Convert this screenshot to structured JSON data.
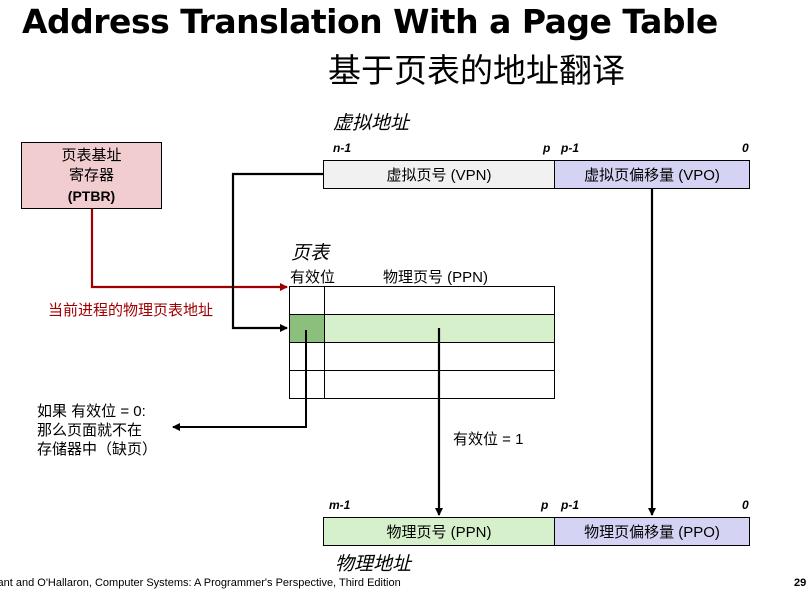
{
  "title_en": "Address Translation With a Page Table",
  "title_zh": "基于页表的地址翻译",
  "virtual_address": {
    "label": "虚拟地址",
    "bit_high": "n-1",
    "bit_p": "p",
    "bit_p1": "p-1",
    "bit_zero": "0",
    "vpn": "虚拟页号 (VPN)",
    "vpo": "虚拟页偏移量 (VPO)"
  },
  "ptbr": {
    "line1": "页表基址",
    "line2": "寄存器",
    "line3": "(PTBR)"
  },
  "page_table": {
    "label": "页表",
    "valid_header": "有效位",
    "ppn_header": "物理页号 (PPN)"
  },
  "current_process_label": "当前进程的物理页表地址",
  "page_fault": {
    "line1": "如果 有效位 = 0:",
    "line2": "那么页面就不在",
    "line3": "存储器中（缺页）"
  },
  "valid_one_label": "有效位 = 1",
  "physical_address": {
    "label": "物理地址",
    "bit_high": "m-1",
    "bit_p": "p",
    "bit_p1": "p-1",
    "bit_zero": "0",
    "ppn": "物理页号 (PPN)",
    "ppo": "物理页偏移量 (PPO)"
  },
  "footer": "yant and O'Hallaron, Computer Systems: A Programmer's Perspective, Third Edition",
  "page_number": "29",
  "colors": {
    "ptbr_fill": "#f2cdd0",
    "accent_red": "#a00000",
    "green_fill": "#d6f0cb",
    "dark_green_fill": "#8dbf7c",
    "lavender_fill": "#d4d3f3"
  }
}
